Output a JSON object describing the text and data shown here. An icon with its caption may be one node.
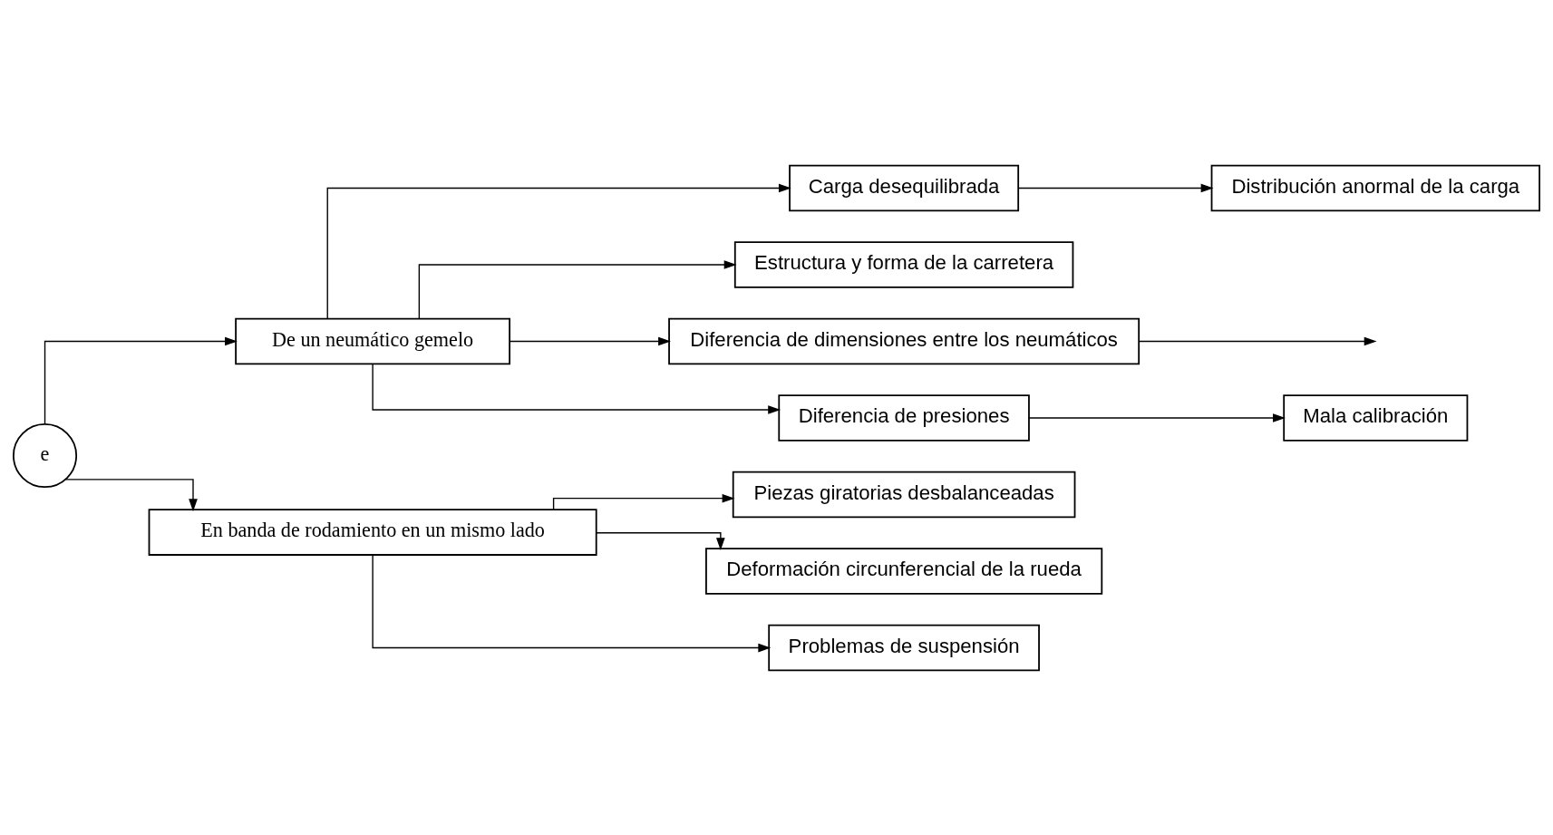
{
  "diagram": {
    "nodes": [
      {
        "text": [
          "e"
        ]
      },
      {
        "text": [
          "De un neumático gemelo"
        ]
      },
      {
        "text": [
          "Carga desequilibrada"
        ]
      },
      {
        "text": [
          "Distribución anormal de la carga"
        ]
      },
      {
        "text": [
          "Estructura y forma de la carretera"
        ]
      },
      {
        "text": [
          "Diferencia de dimensiones entre los neumáticos"
        ]
      },
      {
        "text": [
          "Diferencia de presiones"
        ]
      },
      {
        "text": [
          "Mala calibración"
        ]
      },
      {
        "text": [
          "En banda de rodamiento en un mismo lado"
        ]
      },
      {
        "text": [
          "Piezas giratorias desbalanceadas"
        ]
      },
      {
        "text": [
          "Deformación circunferencial de la rueda"
        ]
      },
      {
        "text": [
          "Problemas de suspensión"
        ]
      }
    ],
    "edges": [
      {
        "from": 0,
        "to": 1,
        "arrow": "to"
      },
      {
        "from": 0,
        "to": 8,
        "arrow": "to"
      },
      {
        "from": 1,
        "to": 2,
        "arrow": "to"
      },
      {
        "from": 1,
        "to": 4,
        "arrow": "to"
      },
      {
        "from": 1,
        "to": 5,
        "arrow": "to"
      },
      {
        "from": 1,
        "to": 6,
        "arrow": "to"
      },
      {
        "from": 2,
        "to": 3,
        "arrow": "to"
      },
      {
        "from": 5,
        "to": null,
        "arrow": "to"
      },
      {
        "from": 6,
        "to": 7,
        "arrow": "to"
      },
      {
        "from": 8,
        "to": 9,
        "arrow": "to"
      },
      {
        "from": 8,
        "to": 10,
        "arrow": "to"
      },
      {
        "from": 8,
        "to": 11,
        "arrow": "to"
      }
    ]
  }
}
